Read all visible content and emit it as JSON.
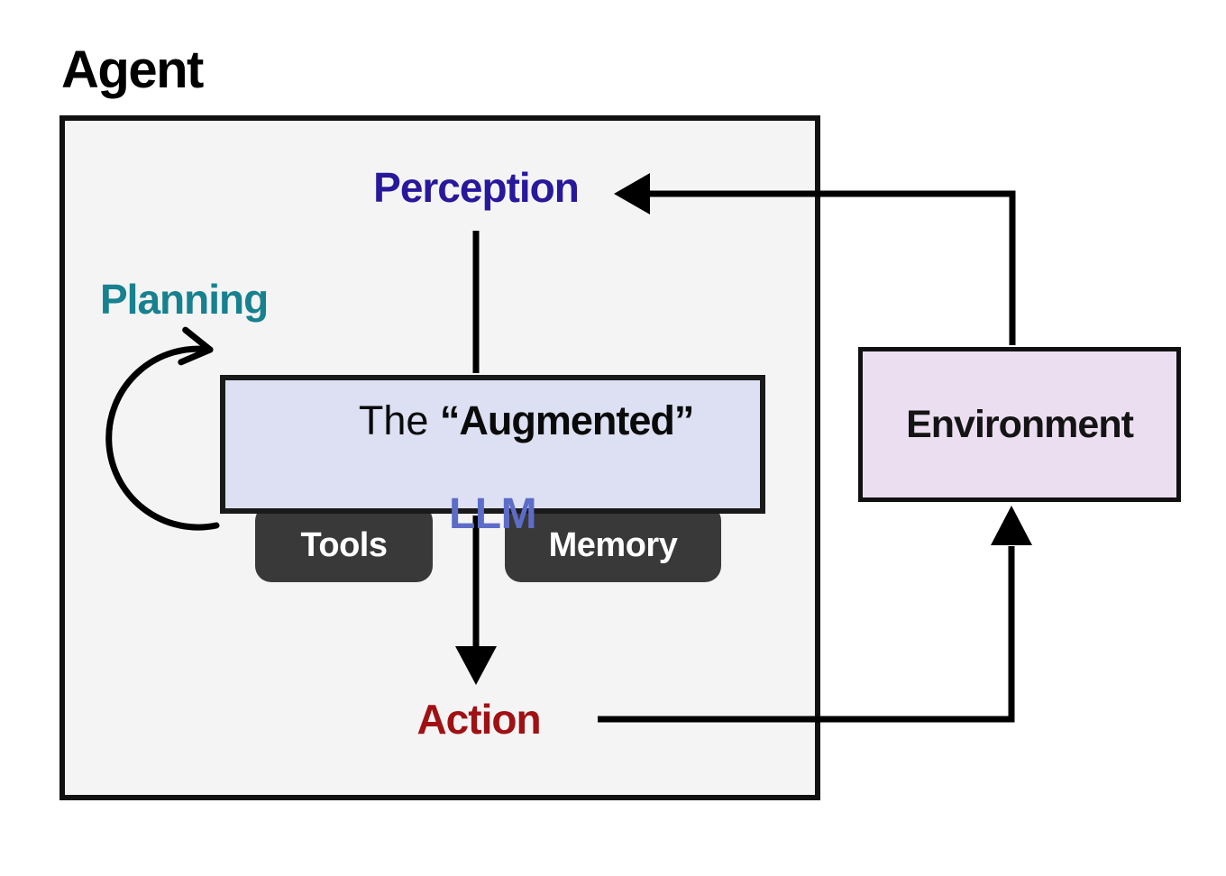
{
  "title": "Agent",
  "agent": {
    "perception_label": "Perception",
    "planning_label": "Planning",
    "action_label": "Action",
    "llm": {
      "line1_regular": "The ",
      "line1_bold": "“Augmented”",
      "line2": "LLM"
    },
    "tabs": [
      {
        "label": "Tools"
      },
      {
        "label": "Memory"
      }
    ]
  },
  "environment": {
    "label": "Environment"
  },
  "edges": [
    {
      "from": "Environment",
      "to": "Perception"
    },
    {
      "from": "Perception",
      "to": "The “Augmented” LLM"
    },
    {
      "from": "The “Augmented” LLM",
      "to": "Action"
    },
    {
      "from": "Action",
      "to": "Environment"
    },
    {
      "from": "Planning",
      "to": "Planning",
      "note": "self-loop beside the LLM box"
    }
  ],
  "colors": {
    "perception_text": "#28189B",
    "planning_text": "#17818F",
    "action_text": "#A01114",
    "llm_text": "#5D6CC7",
    "llm_box_fill": "#DCE0F2",
    "tab_fill": "#393939",
    "tab_text": "#FFFFFF",
    "environment_fill": "#ECDEF1",
    "agent_box_fill": "#F4F4F5",
    "arrow": "#000000"
  }
}
